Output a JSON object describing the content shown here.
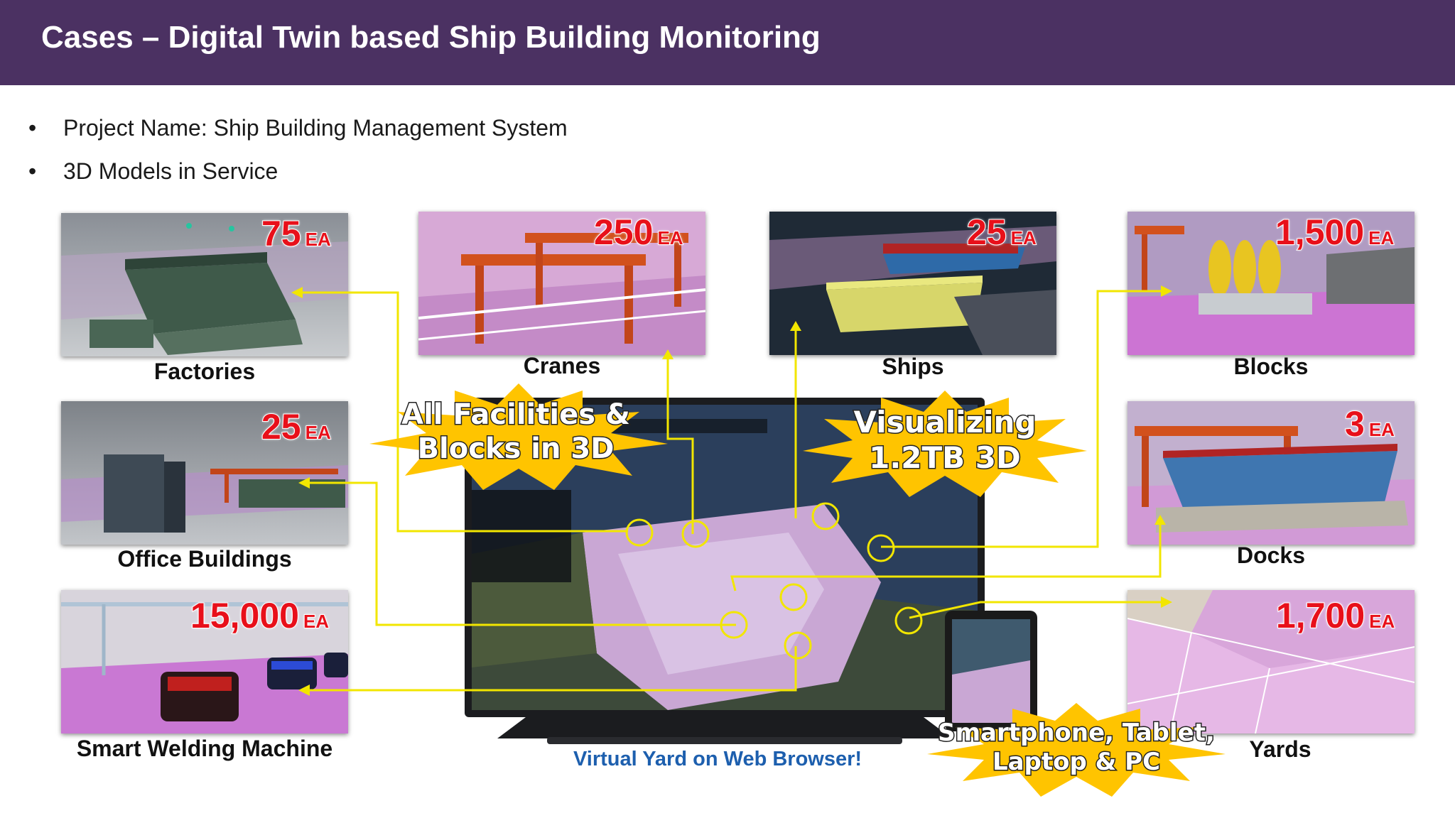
{
  "header": {
    "title": "Cases – Digital Twin based Ship Building Monitoring"
  },
  "bullets": [
    {
      "symbol": "•",
      "text": "Project Name: Ship Building Management System"
    },
    {
      "symbol": "•",
      "text": "3D Models in Service"
    }
  ],
  "models": {
    "factories": {
      "count": "75",
      "unit": "EA",
      "label": "Factories"
    },
    "cranes": {
      "count": "250",
      "unit": "EA",
      "label": "Cranes"
    },
    "ships": {
      "count": "25",
      "unit": "EA",
      "label": "Ships"
    },
    "blocks": {
      "count": "1,500",
      "unit": "EA",
      "label": "Blocks"
    },
    "office": {
      "count": "25",
      "unit": "EA",
      "label": "Office Buildings"
    },
    "docks": {
      "count": "3",
      "unit": "EA",
      "label": "Docks"
    },
    "welding": {
      "count": "15,000",
      "unit": "EA",
      "label": "Smart Welding Machine"
    },
    "yards": {
      "count": "1,700",
      "unit": "EA",
      "label": "Yards"
    }
  },
  "callouts": {
    "facilities": {
      "line1": "All Facilities &",
      "line2": "Blocks in 3D"
    },
    "visualizing": {
      "line1": "Visualizing",
      "line2": "1.2TB 3D"
    },
    "devices": {
      "line1": "Smartphone, Tablet,",
      "line2": "Laptop & PC"
    }
  },
  "caption": "Virtual Yard on Web Browser!",
  "colors": {
    "header": "#4b3162",
    "count": "#e8101a",
    "burst": "#ffc400",
    "connector": "#f2e600",
    "caption": "#1d5fae"
  }
}
